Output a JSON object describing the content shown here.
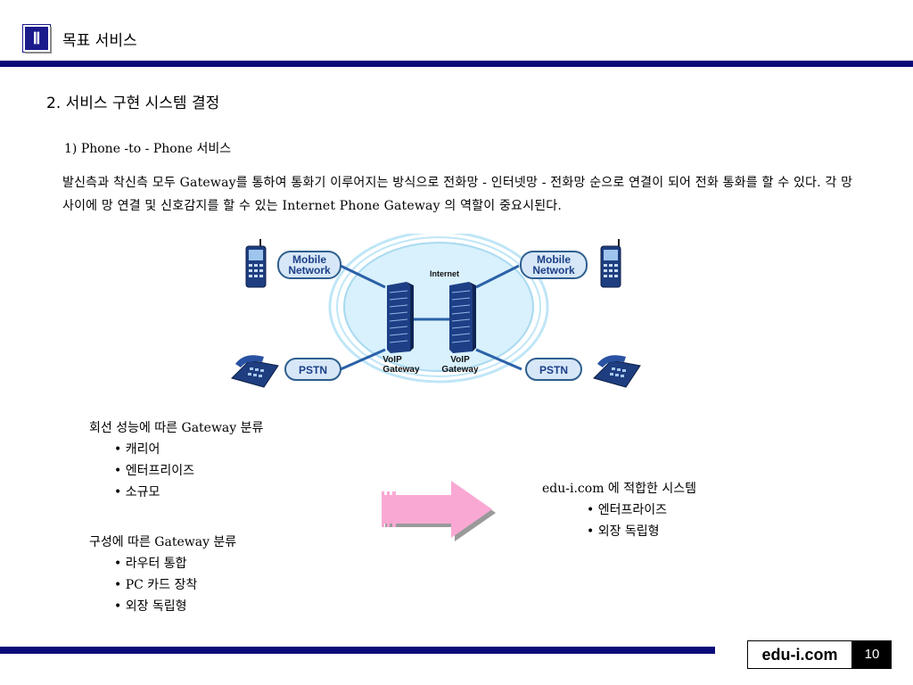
{
  "header": {
    "badge": "Ⅱ",
    "title": "목표 서비스"
  },
  "section": {
    "title": "2. 서비스 구현 시스템 결정",
    "subtitle": "1)  Phone -to - Phone 서비스",
    "paragraph": "발신측과 착신측 모두  Gateway를 통하여 통화기 이루어지는 방식으로 전화망 - 인터넷망 - 전화망 순으로 연결이 되어 전화 통화를 할 수 있다. 각 망 사이에 망 연결 및 신호감지를 할 수 있는 Internet  Phone Gateway 의 역할이 중요시된다."
  },
  "diagram": {
    "mobile_network": [
      "Mobile",
      "Network"
    ],
    "internet": "Internet",
    "voip_gateway": [
      "VoIP",
      "Gateway"
    ],
    "pstn": "PSTN",
    "colors": {
      "cloud": "#cfeefe",
      "node_fill": "#d7e7f7",
      "node_stroke": "#2f5f8f",
      "link": "#2b61a8",
      "server": "#1d3f86"
    }
  },
  "line_class": {
    "title": "회선 성능에 따른 Gateway 분류",
    "items": [
      "• 캐리어",
      "• 엔터프리이즈",
      "• 소규모"
    ]
  },
  "config_class": {
    "title": "구성에 따른 Gateway 분류",
    "items": [
      "• 라우터 통합",
      "• PC 카드 장착",
      "• 외장 독립형"
    ]
  },
  "recommend": {
    "title": "edu-i.com 에 적합한 시스템",
    "items": [
      "• 엔터프라이즈",
      "• 외장 독립형"
    ]
  },
  "arrow": {
    "fill": "#f9a8d4",
    "shadow": "#9a9a9a"
  },
  "footer": {
    "brand": "edu-i.com",
    "page": "10"
  }
}
